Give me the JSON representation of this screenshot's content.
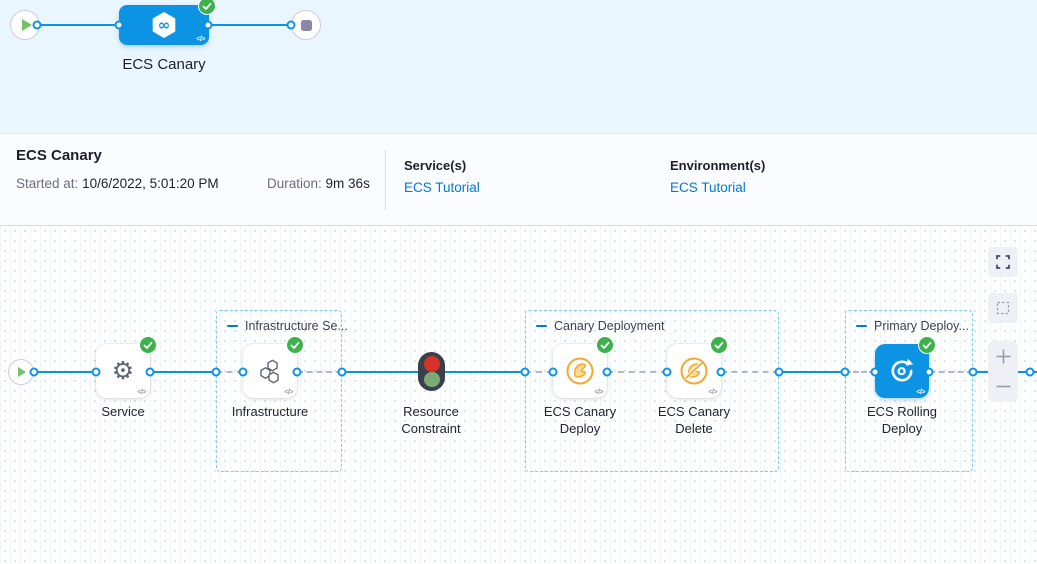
{
  "top_pipeline": {
    "stage_label": "ECS Canary",
    "code_glyph": "</>"
  },
  "info_bar": {
    "title": "ECS Canary",
    "started_label": "Started at:",
    "started_value": "10/6/2022, 5:01:20 PM",
    "duration_label": "Duration:",
    "duration_value": "9m 36s",
    "services_label": "Service(s)",
    "services_value": "ECS Tutorial",
    "environments_label": "Environment(s)",
    "environments_value": "ECS Tutorial"
  },
  "canvas": {
    "code_glyph": "</>",
    "groups": [
      {
        "label": "Infrastructure Se..."
      },
      {
        "label": "Canary Deployment"
      },
      {
        "label": "Primary Deploy..."
      }
    ],
    "nodes": [
      {
        "label": "Service",
        "icon": "gear-icon",
        "status": "success"
      },
      {
        "label": "Infrastructure",
        "icon": "hexagon-cluster-icon",
        "status": "success"
      },
      {
        "label": "Resource Constraint",
        "icon": "traffic-light-icon",
        "status": "none"
      },
      {
        "label": "ECS Canary Deploy",
        "icon": "canary-icon",
        "status": "success"
      },
      {
        "label": "ECS Canary Delete",
        "icon": "canary-delete-icon",
        "status": "success"
      },
      {
        "label": "ECS Rolling Deploy",
        "icon": "ecs-rolling-deploy-icon",
        "status": "success"
      }
    ]
  },
  "colors": {
    "primary_blue": "#0d93e4",
    "link_blue": "#0278d5",
    "success_green": "#3db14c",
    "canary_amber": "#f3a72e",
    "stop_red": "#d6342b",
    "go_green": "#7cab77"
  }
}
